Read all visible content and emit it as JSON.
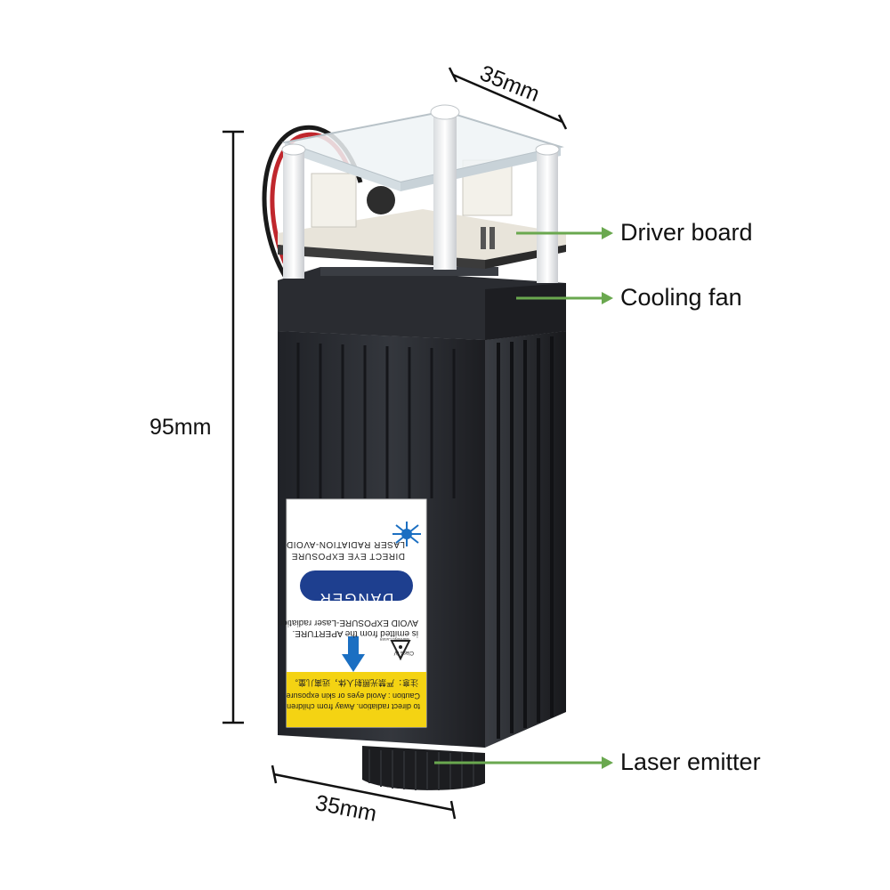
{
  "dimensions": {
    "top_width": "35mm",
    "height": "95mm",
    "bottom_width": "35mm"
  },
  "callouts": {
    "driver_board": "Driver board",
    "cooling_fan": "Cooling fan",
    "laser_emitter": "Laser emitter"
  },
  "warning_label": {
    "line1": "LASER RADIATION-AVOID",
    "line2": "DIRECT EYE EXPOSURE",
    "danger": "DANGER",
    "avoid1": "AVOID EXPOSURE-Laser radiation",
    "avoid2": "is emitted from the APERTURE.",
    "class": "Class IV",
    "warning_small": "WARNING LASER",
    "chinese": "注意：严禁光照射人体，远离儿童。",
    "caution1": "Caution : Avoid eyes or skin exposure",
    "caution2": "to direct radiation. Away from children."
  },
  "colors": {
    "arrow_green": "#6aa84f",
    "body_dark": "#2a2c31",
    "danger_blue": "#1e3f8f",
    "caution_yellow": "#f4d313",
    "arrow_blue": "#1b6fc2"
  }
}
